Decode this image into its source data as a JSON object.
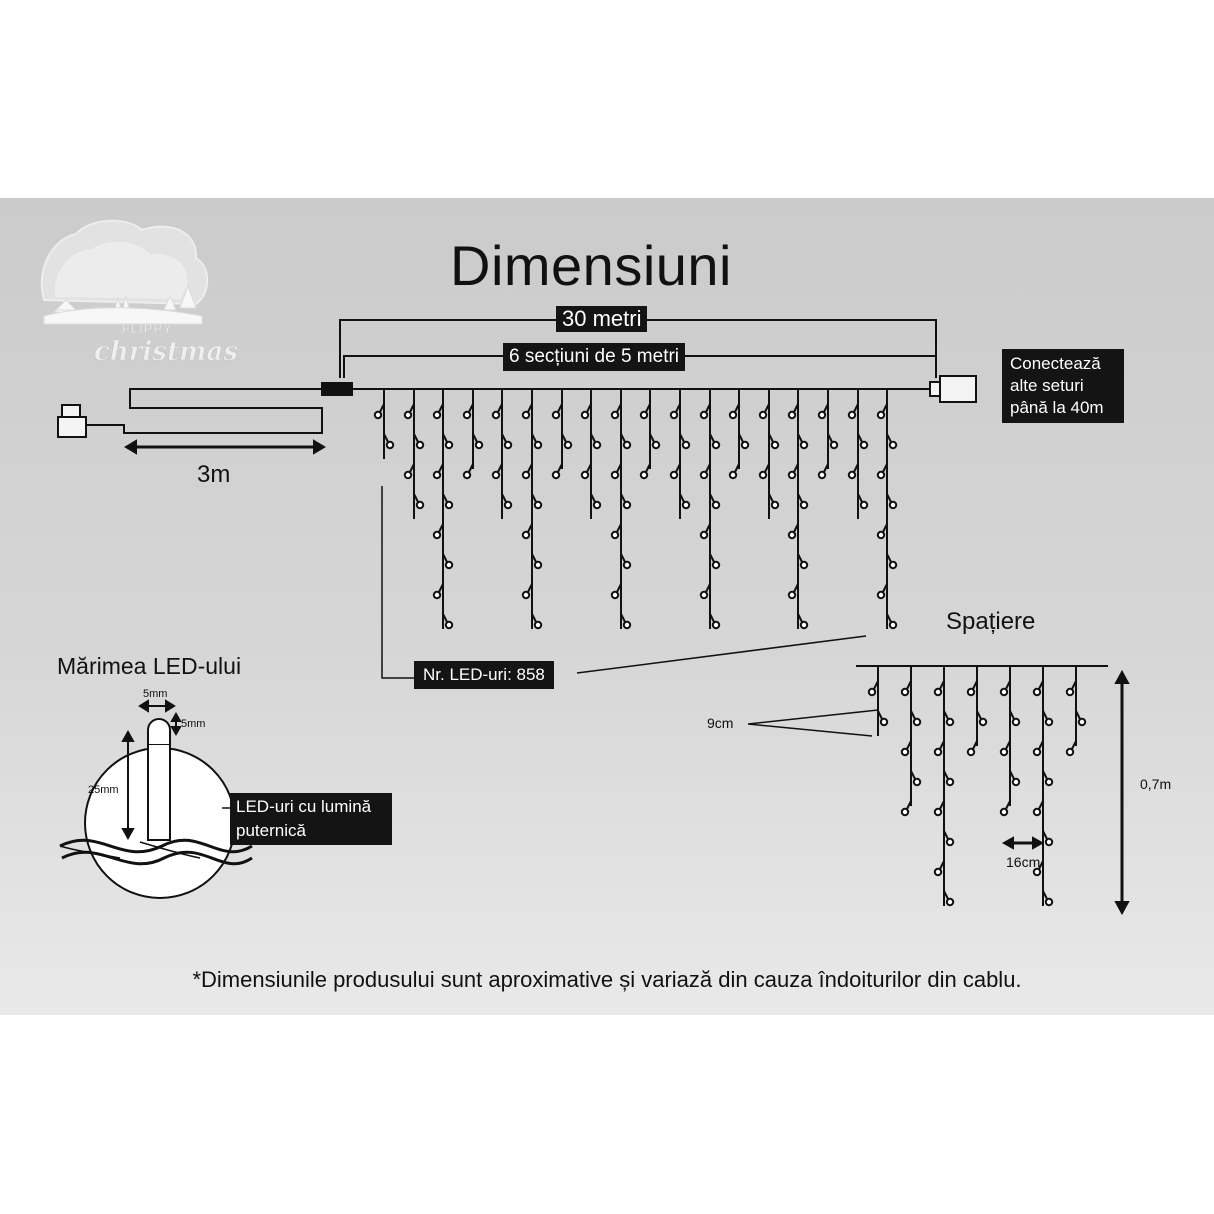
{
  "title": "Dimensiuni",
  "total_length": "30 metri",
  "sections": "6 secțiuni de 5 metri",
  "connect_note": "Conectează alte seturi până la 40m",
  "lead_length": "3m",
  "led_count": "Nr. LED-uri: 858",
  "spacing": {
    "title": "Spațiere",
    "vertical_gap": "9cm",
    "horizontal_gap": "16cm",
    "height": "0,7m"
  },
  "led_size": {
    "title": "Mărimea LED-ului",
    "width": "5mm",
    "cap": "5mm",
    "height": "25mm",
    "label": "LED-uri cu lumină puternică"
  },
  "footnote": "*Dimensiunile produsului sunt aproximative și variază din cauza îndoiturilor din cablu.",
  "logo": {
    "brand": "FLIPPY",
    "sub": "christmas"
  },
  "colors": {
    "panel": "#d0d0d0",
    "ink": "#111111",
    "label_box": "#141414",
    "led": "#ffffff"
  }
}
